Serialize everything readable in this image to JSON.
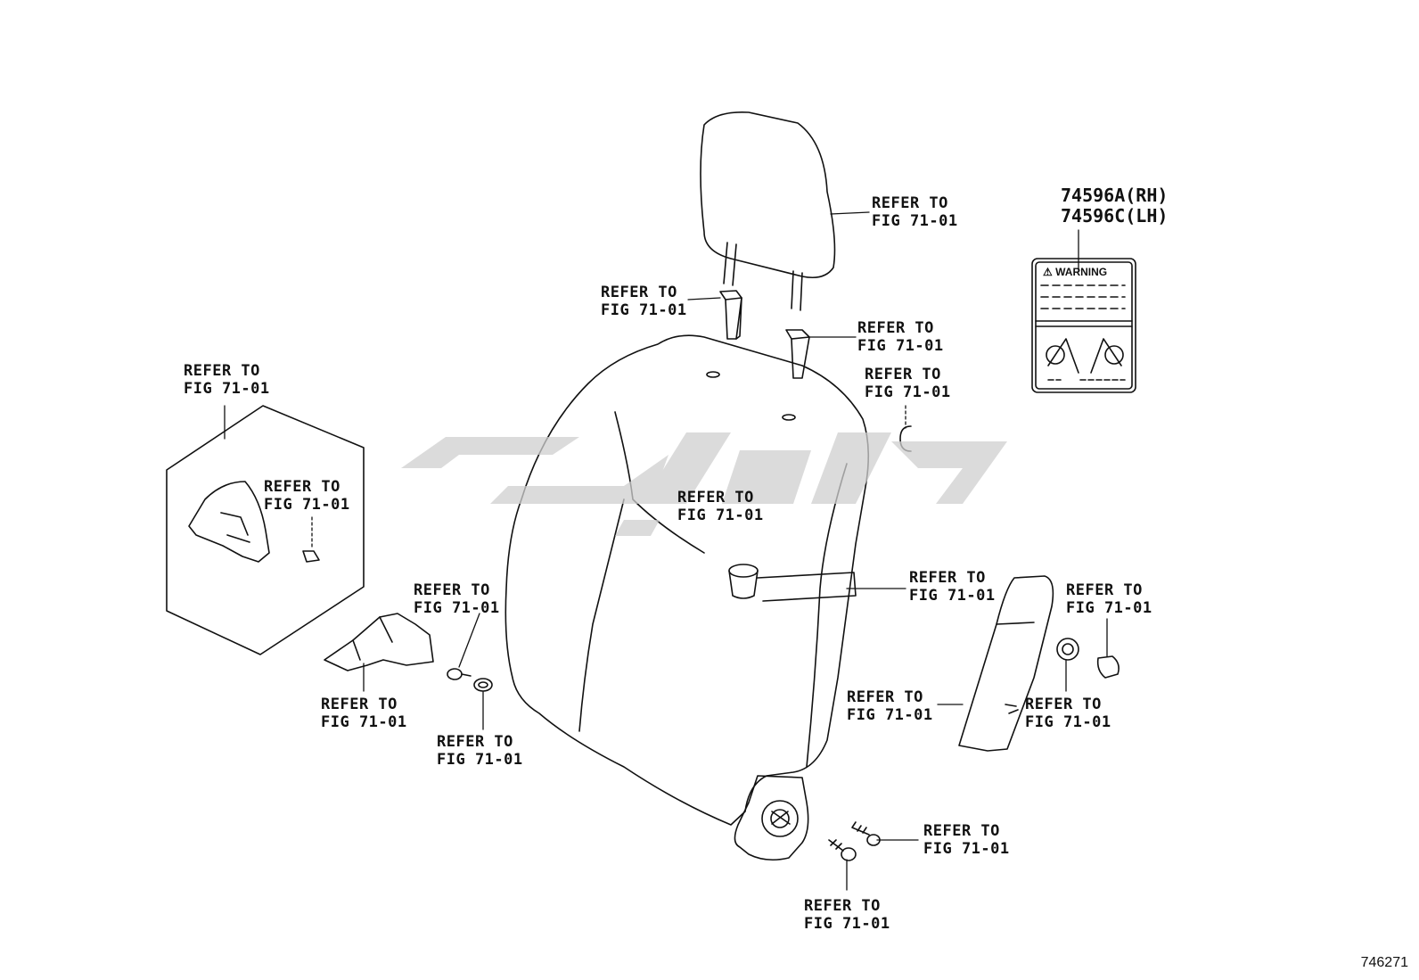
{
  "refer_text": [
    "REFER TO",
    "FIG 71-01"
  ],
  "labels": [
    {
      "id": "headrest",
      "l1": "REFER TO",
      "l2": "FIG 71-01"
    },
    {
      "id": "support-left",
      "l1": "REFER TO",
      "l2": "FIG 71-01"
    },
    {
      "id": "support-right",
      "l1": "REFER TO",
      "l2": "FIG 71-01"
    },
    {
      "id": "clip-c",
      "l1": "REFER TO",
      "l2": "FIG 71-01"
    },
    {
      "id": "hex-group",
      "l1": "REFER TO",
      "l2": "FIG 71-01"
    },
    {
      "id": "hex-clip",
      "l1": "REFER TO",
      "l2": "FIG 71-01"
    },
    {
      "id": "cover-bezel",
      "l1": "REFER TO",
      "l2": "FIG 71-01"
    },
    {
      "id": "belt-strap",
      "l1": "REFER TO",
      "l2": "FIG 71-01"
    },
    {
      "id": "cap-nut",
      "l1": "REFER TO",
      "l2": "FIG 71-01"
    },
    {
      "id": "washer-left",
      "l1": "REFER TO",
      "l2": "FIG 71-01"
    },
    {
      "id": "bracket-left",
      "l1": "REFER TO",
      "l2": "FIG 71-01"
    },
    {
      "id": "nut-small",
      "l1": "REFER TO",
      "l2": "FIG 71-01"
    },
    {
      "id": "side-trim",
      "l1": "REFER TO",
      "l2": "FIG 71-01"
    },
    {
      "id": "nut-ring",
      "l1": "REFER TO",
      "l2": "FIG 71-01"
    },
    {
      "id": "screw-right",
      "l1": "REFER TO",
      "l2": "FIG 71-01"
    },
    {
      "id": "bolt-bottom",
      "l1": "REFER TO",
      "l2": "FIG 71-01"
    }
  ],
  "part_numbers": {
    "rh": "74596A(RH)",
    "lh": "74596C(LH)"
  },
  "warning_label": {
    "title": "WARNING",
    "icon": "warning-triangle-icon"
  },
  "illustration_number": "746271",
  "watermark": {
    "icon": "watermark-logo"
  }
}
